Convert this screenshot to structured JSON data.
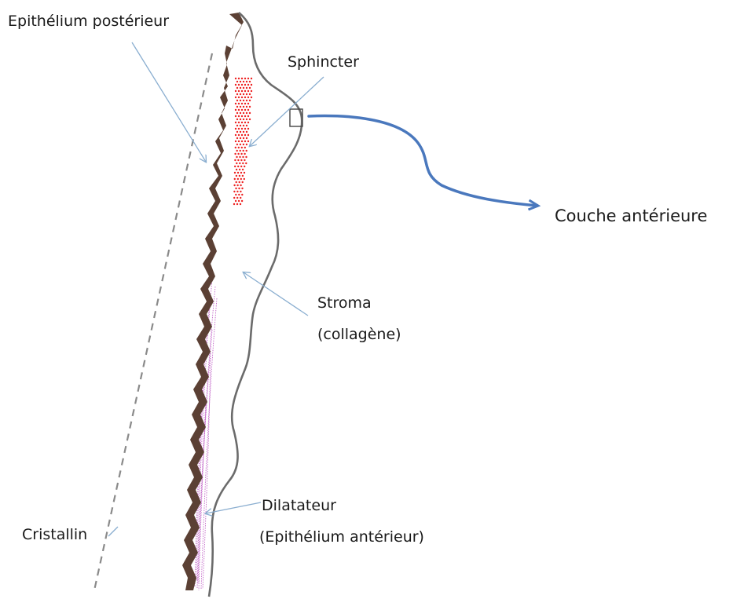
{
  "labels": {
    "epithelium_posterieur": "Epithélium postérieur",
    "sphincter": "Sphincter",
    "couche_anterieure": "Couche antérieure",
    "stroma_line1": "Stroma",
    "stroma_line2": "(collagène)",
    "cristallin": "Cristallin",
    "dilatateur_line1": "Dilatateur",
    "dilatateur_line2": "(Epithélium antérieur)"
  },
  "colors": {
    "epithelium": "#5b4034",
    "outline": "#6b6b6b",
    "sphincter": "#ee2222",
    "dilatateur": "#c266c8",
    "pointer": "#8aaed0",
    "callout_arrow": "#4a78bd",
    "lens_line": "#8a8a8a"
  }
}
